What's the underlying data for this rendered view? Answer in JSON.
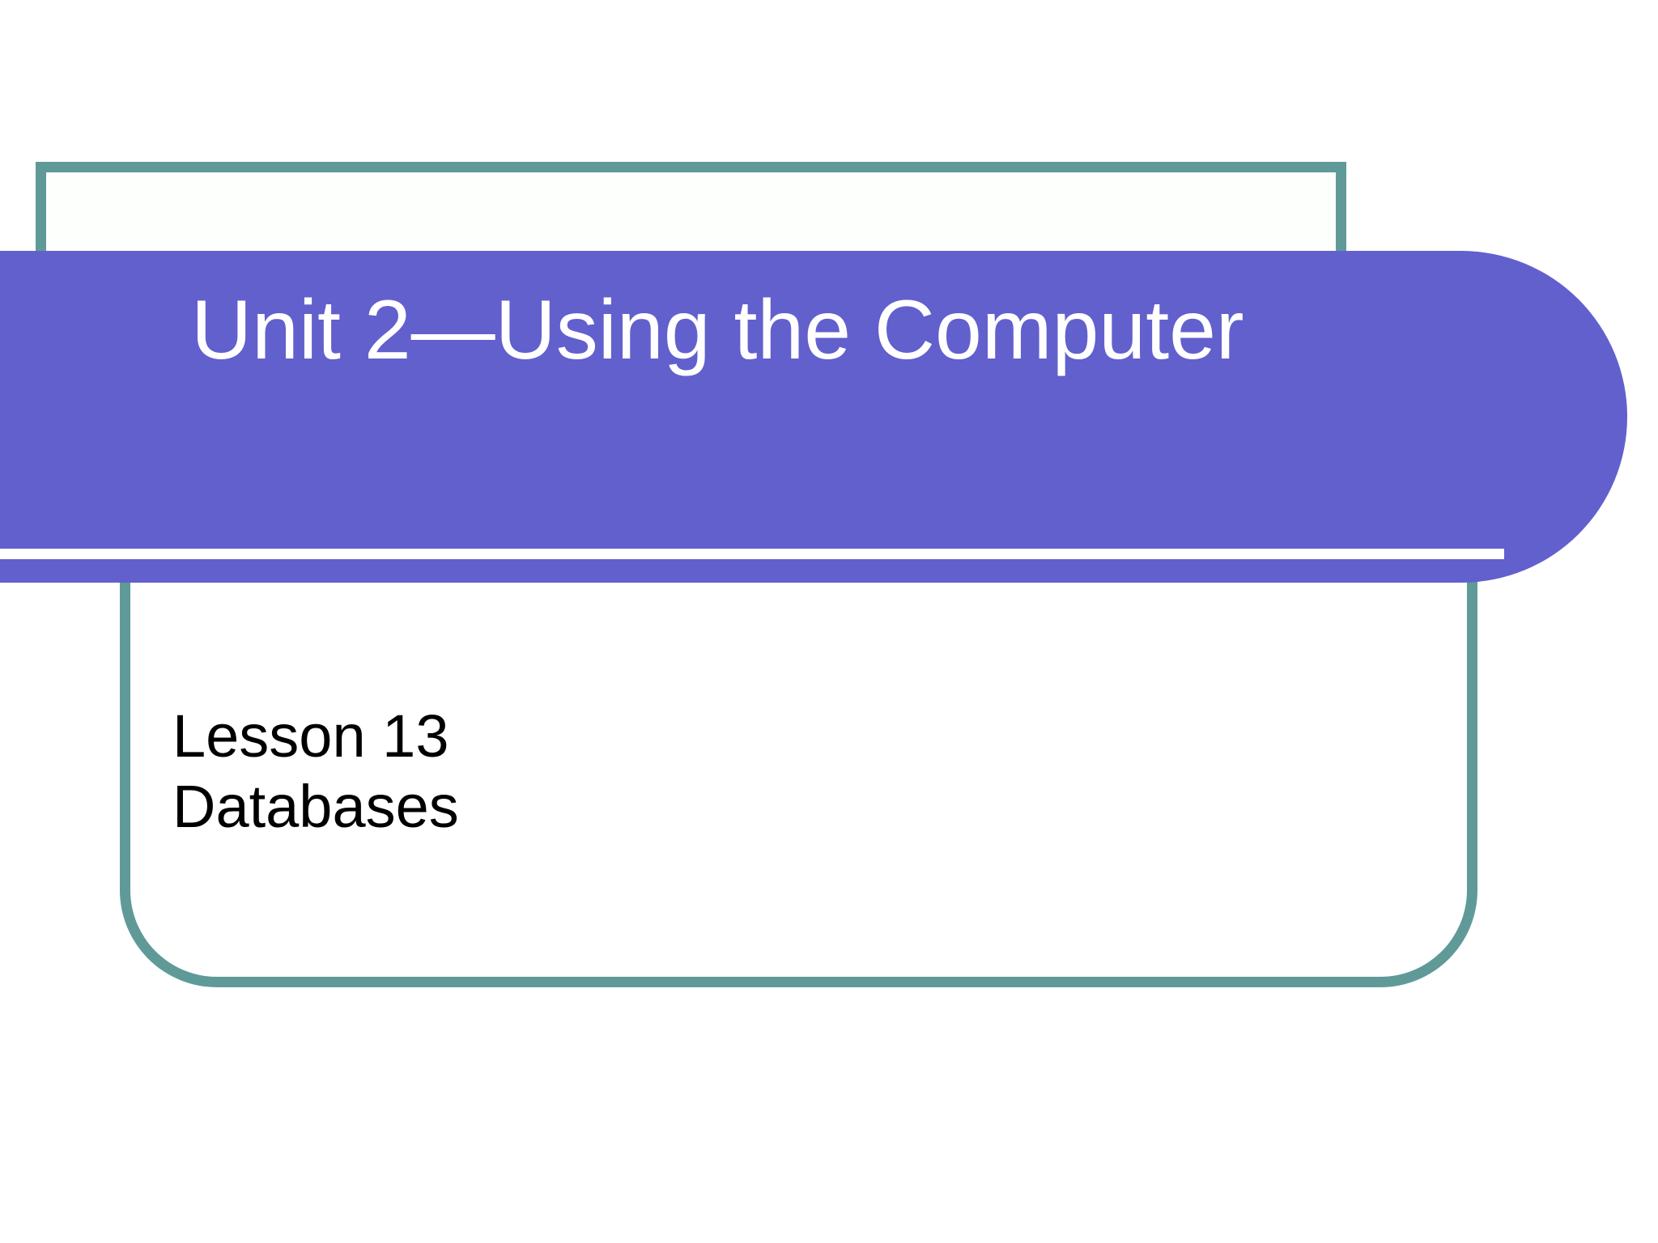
{
  "slide": {
    "title": "Unit 2—Using the Computer",
    "body_lines": [
      "Lesson 13",
      "Databases"
    ],
    "colors": {
      "banner_purple": "#6260cd",
      "frame_teal": "#5f9a99",
      "title_text": "#ffffff",
      "body_text": "#000000",
      "background": "#ffffff"
    }
  }
}
